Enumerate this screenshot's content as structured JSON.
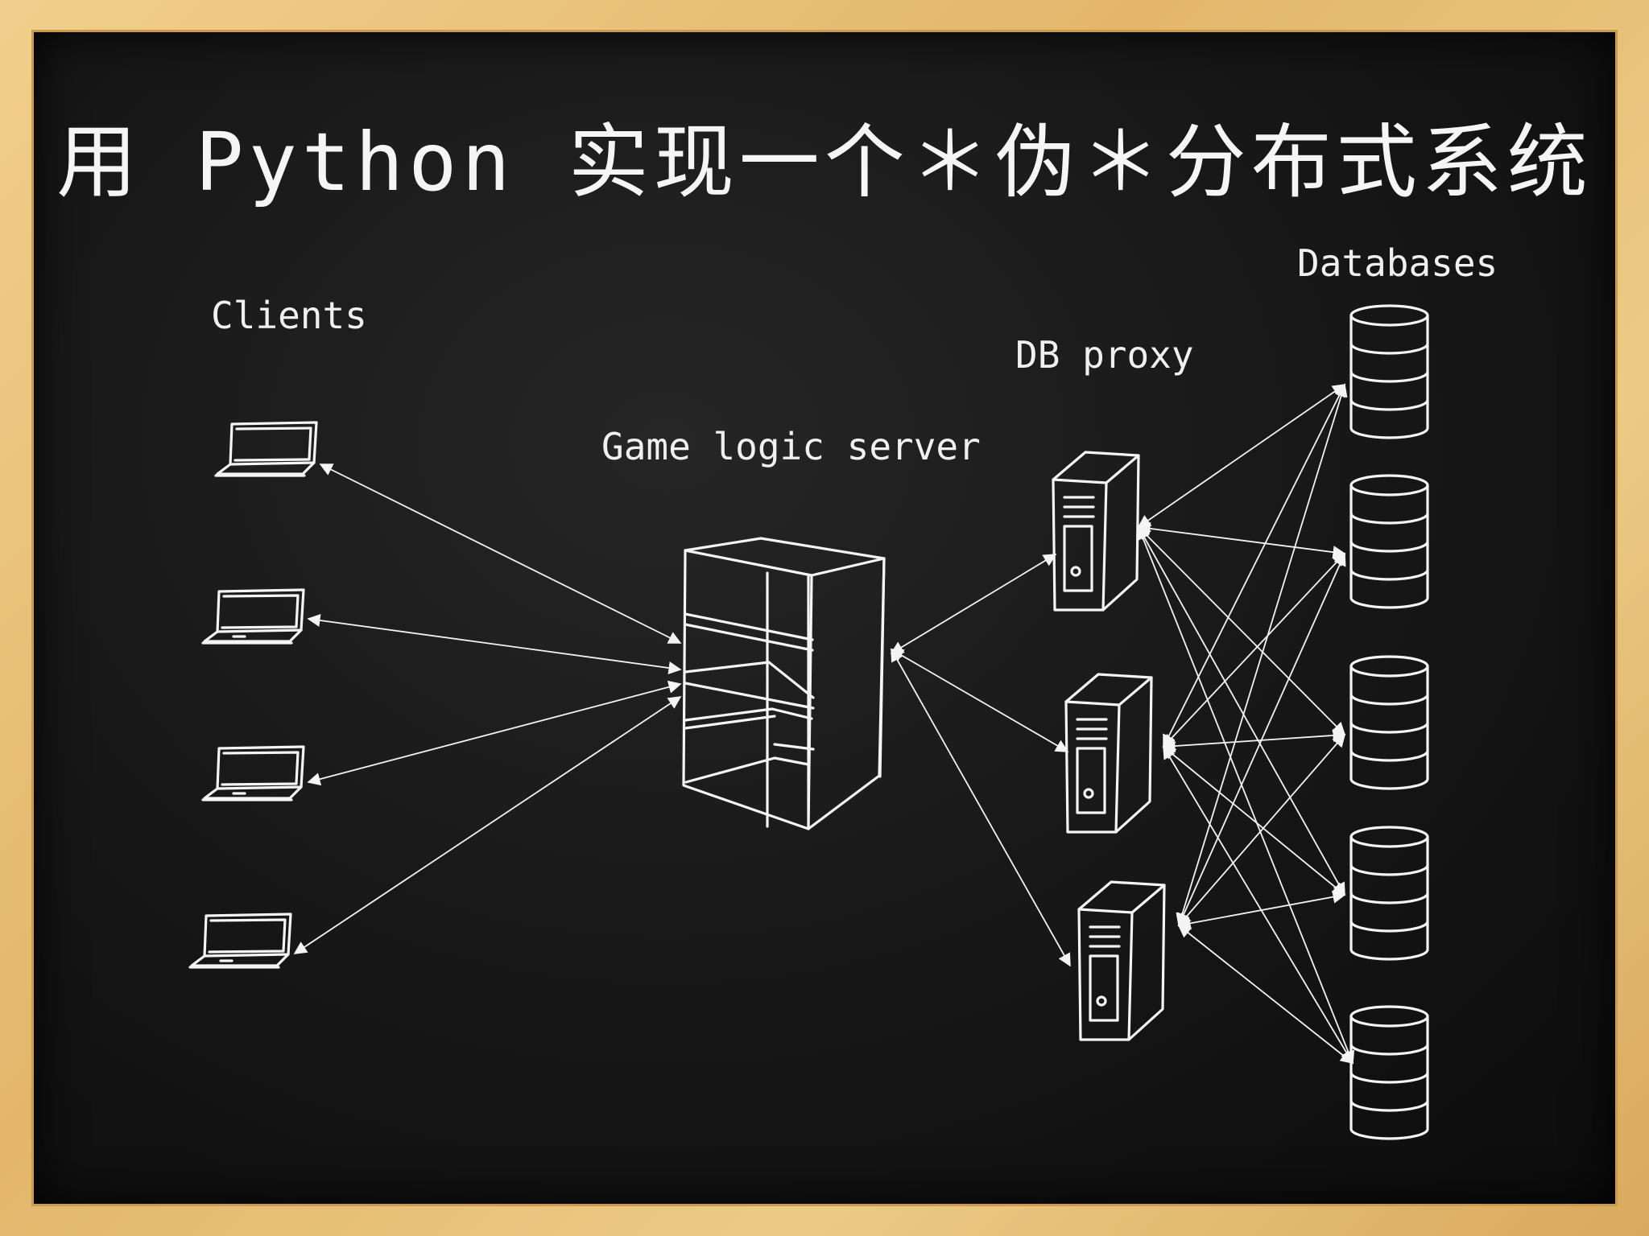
{
  "title": "用 Python 实现一个＊伪＊分布式系统",
  "labels": {
    "clients": "Clients",
    "game_server": "Game logic server",
    "db_proxy": "DB proxy",
    "databases": "Databases"
  },
  "colors": {
    "board": "#161616",
    "frame": "#e8c17a",
    "chalk": "#f4f4f4"
  },
  "nodes": {
    "clients": [
      "client-1",
      "client-2",
      "client-3",
      "client-4"
    ],
    "game_server": "game-logic-server",
    "db_proxies": [
      "db-proxy-1",
      "db-proxy-2",
      "db-proxy-3"
    ],
    "databases": [
      "database-1",
      "database-2",
      "database-3",
      "database-4",
      "database-5"
    ]
  },
  "connections": {
    "clients_to_server": "bidirectional",
    "server_to_proxies": "bidirectional",
    "proxies_to_databases": "all-to-all"
  }
}
